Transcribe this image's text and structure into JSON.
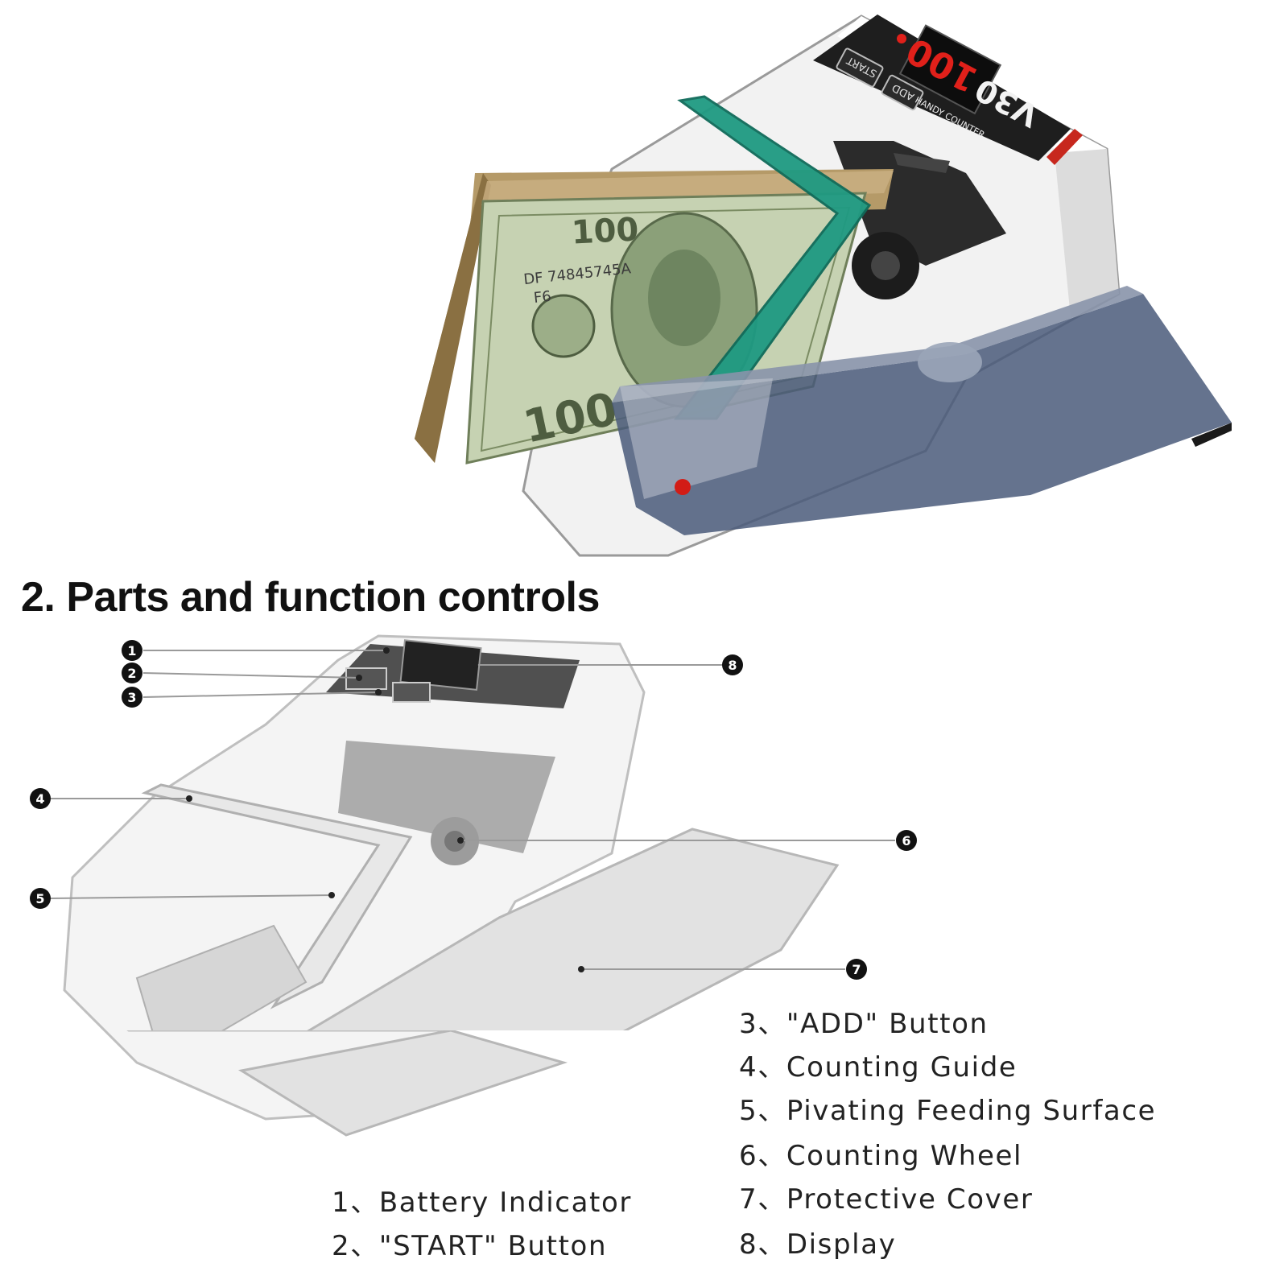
{
  "heading": "2. Parts and function controls",
  "product": {
    "display_value": "100",
    "model_label": "V30",
    "counter_label": "HANDY COUNTER",
    "start_key": "START",
    "add_key": "ADD",
    "bill_denomination": "100",
    "bill_serial": "DF 74845745A",
    "bill_code": "F6"
  },
  "callouts": [
    {
      "number": "1"
    },
    {
      "number": "2"
    },
    {
      "number": "3"
    },
    {
      "number": "4"
    },
    {
      "number": "5"
    },
    {
      "number": "6"
    },
    {
      "number": "7"
    },
    {
      "number": "8"
    }
  ],
  "legend": [
    {
      "label": "1、Battery Indicator"
    },
    {
      "label": "2、\"START\" Button"
    },
    {
      "label": "3、\"ADD\" Button"
    },
    {
      "label": "4、Counting Guide"
    },
    {
      "label": "5、Pivating Feeding Surface"
    },
    {
      "label": "6、Counting Wheel"
    },
    {
      "label": "7、Protective Cover"
    },
    {
      "label": "8、Display"
    }
  ],
  "colors": {
    "guide_green": "#1f9a82",
    "panel_dark": "#1b1b1b",
    "display_red": "#e0201a",
    "tray_blue": "#4a5a7a",
    "bill_green": "#b9c7a4",
    "bill_stack": "#a38a5a"
  }
}
